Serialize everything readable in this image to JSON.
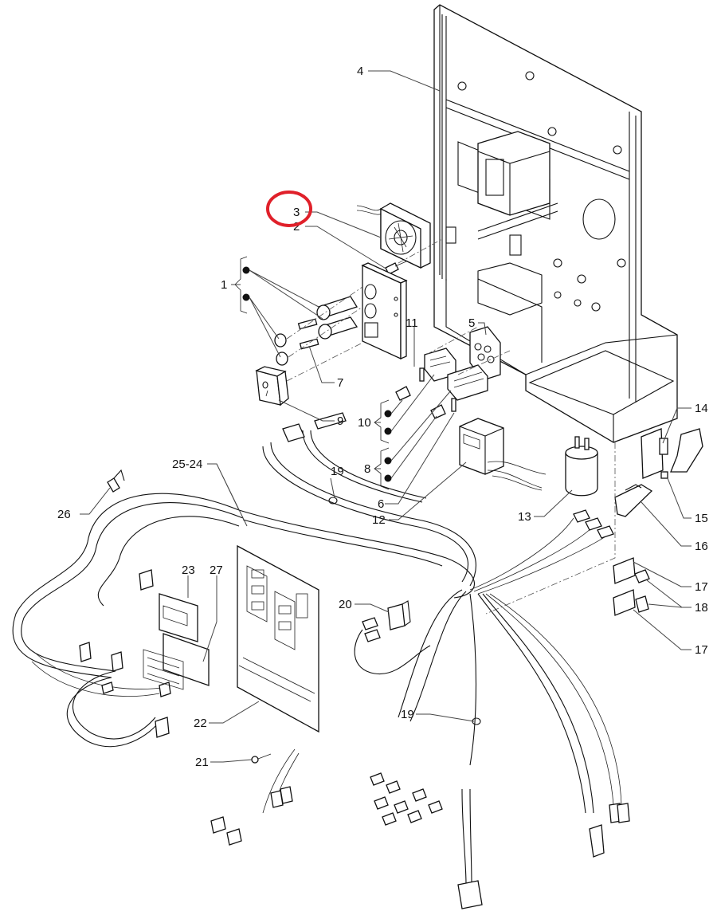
{
  "diagram": {
    "type": "exploded-parts-diagram",
    "subject": "electrical control unit: panel frame, fan, fuse holders, switches, transformer, capacitor, control boards and wiring harnesses",
    "highlight": {
      "callout": "3",
      "shape": "ellipse",
      "color": "#e0202a"
    },
    "callouts": {
      "c1": "1",
      "c2": "2",
      "c3": "3",
      "c4": "4",
      "c5": "5",
      "c6": "6",
      "c7": "7",
      "c8": "8",
      "c9": "9",
      "c10": "10",
      "c11": "11",
      "c12": "12",
      "c13": "13",
      "c14": "14",
      "c15": "15",
      "c16": "16",
      "c17a": "17",
      "c17b": "17",
      "c18": "18",
      "c19a": "19",
      "c19b": "19",
      "c20": "20",
      "c21": "21",
      "c22": "22",
      "c23": "23",
      "c24_25": "25-24",
      "c26": "26",
      "c27": "27"
    },
    "parts": [
      {
        "callout": "1",
        "depicts": "fuse holder caps and bodies (kit, bracketed)"
      },
      {
        "callout": "2",
        "depicts": "self-tapping screw"
      },
      {
        "callout": "3",
        "depicts": "cooling fan with lead wires"
      },
      {
        "callout": "4",
        "depicts": "main panel frame"
      },
      {
        "callout": "5",
        "depicts": "terminal block"
      },
      {
        "callout": "6",
        "depicts": "fuse (small cartridge)"
      },
      {
        "callout": "7",
        "depicts": "cartridge fuses"
      },
      {
        "callout": "8",
        "depicts": "terminal block and clip (bracketed)"
      },
      {
        "callout": "9",
        "depicts": "rocker power switch"
      },
      {
        "callout": "10",
        "depicts": "terminal block and clip (bracketed)"
      },
      {
        "callout": "11",
        "depicts": "fuse"
      },
      {
        "callout": "12",
        "depicts": "transformer"
      },
      {
        "callout": "13",
        "depicts": "capacitor"
      },
      {
        "callout": "14",
        "depicts": "bracket plate"
      },
      {
        "callout": "15",
        "depicts": "lever / actuator"
      },
      {
        "callout": "16",
        "depicts": "door microswitch"
      },
      {
        "callout": "17",
        "depicts": "insulating plates (two)"
      },
      {
        "callout": "18",
        "depicts": "microswitches (two)"
      },
      {
        "callout": "19",
        "depicts": "cable tie"
      },
      {
        "callout": "20",
        "depicts": "toggle switch with leads"
      },
      {
        "callout": "21",
        "depicts": "screw"
      },
      {
        "callout": "22",
        "depicts": "main control board"
      },
      {
        "callout": "23",
        "depicts": "interface board"
      },
      {
        "callout": "24/25",
        "depicts": "wiring harnesses"
      },
      {
        "callout": "26",
        "depicts": "cable clamp"
      },
      {
        "callout": "27",
        "depicts": "power board with heatsink"
      }
    ]
  }
}
